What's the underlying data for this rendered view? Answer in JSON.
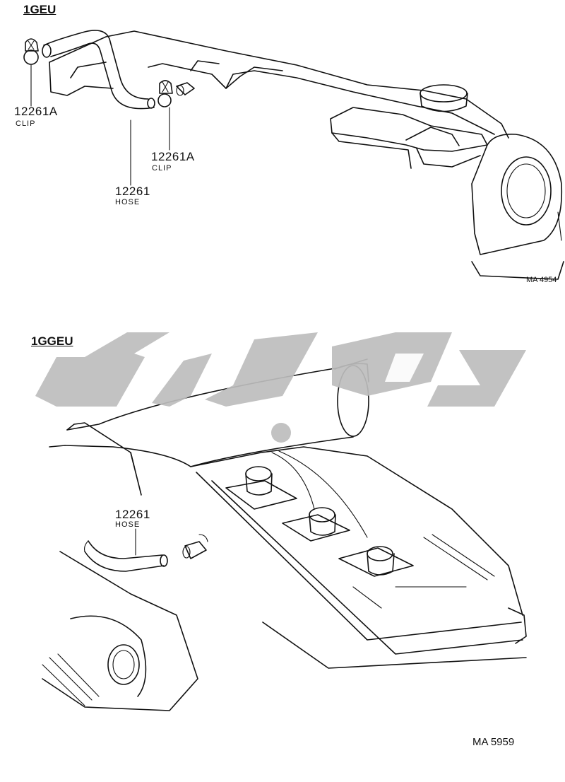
{
  "diagrams": [
    {
      "title": "1GEU",
      "callouts": [
        {
          "part_no": "12261A",
          "name": "CLIP"
        },
        {
          "part_no": "12261A",
          "name": "CLIP"
        },
        {
          "part_no": "12261",
          "name": "HOSE"
        }
      ],
      "drawing_no": "MA 4954"
    },
    {
      "title": "1GGEU",
      "callouts": [
        {
          "part_no": "12261",
          "name": "HOSE"
        }
      ],
      "drawing_no": "MA 5959"
    }
  ],
  "watermark": {
    "color": "#bdbdbd"
  }
}
